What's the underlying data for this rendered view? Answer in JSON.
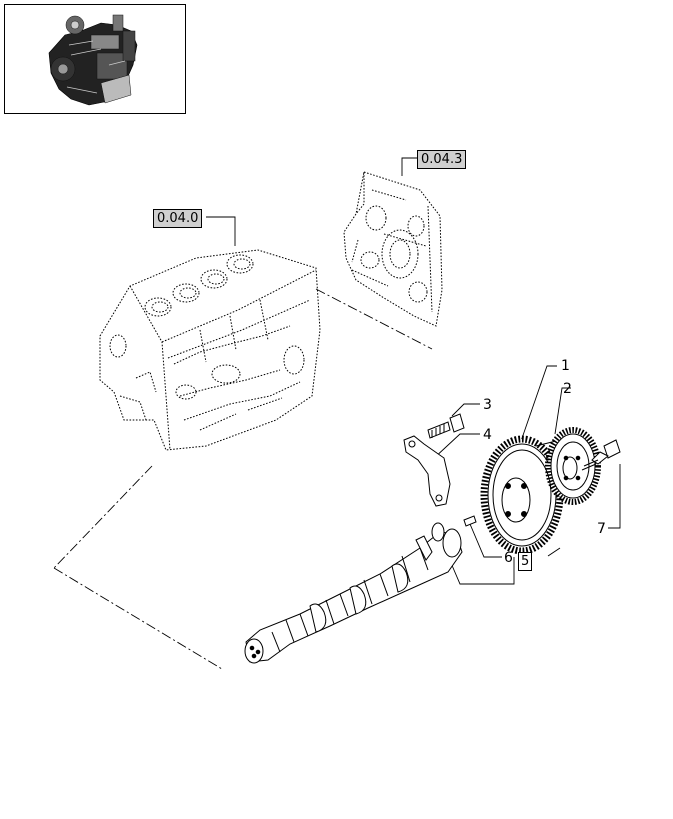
{
  "references": {
    "cylinder_block": "0.04.0",
    "timing_cover": "0.04.3",
    "group_ref": "5"
  },
  "callouts": [
    {
      "id": "1",
      "part": "camshaft-gear"
    },
    {
      "id": "2",
      "part": "idler-gear"
    },
    {
      "id": "3",
      "part": "bolt"
    },
    {
      "id": "4",
      "part": "thrust-plate"
    },
    {
      "id": "6",
      "part": "pin"
    },
    {
      "id": "7",
      "part": "gear-bolt"
    }
  ]
}
